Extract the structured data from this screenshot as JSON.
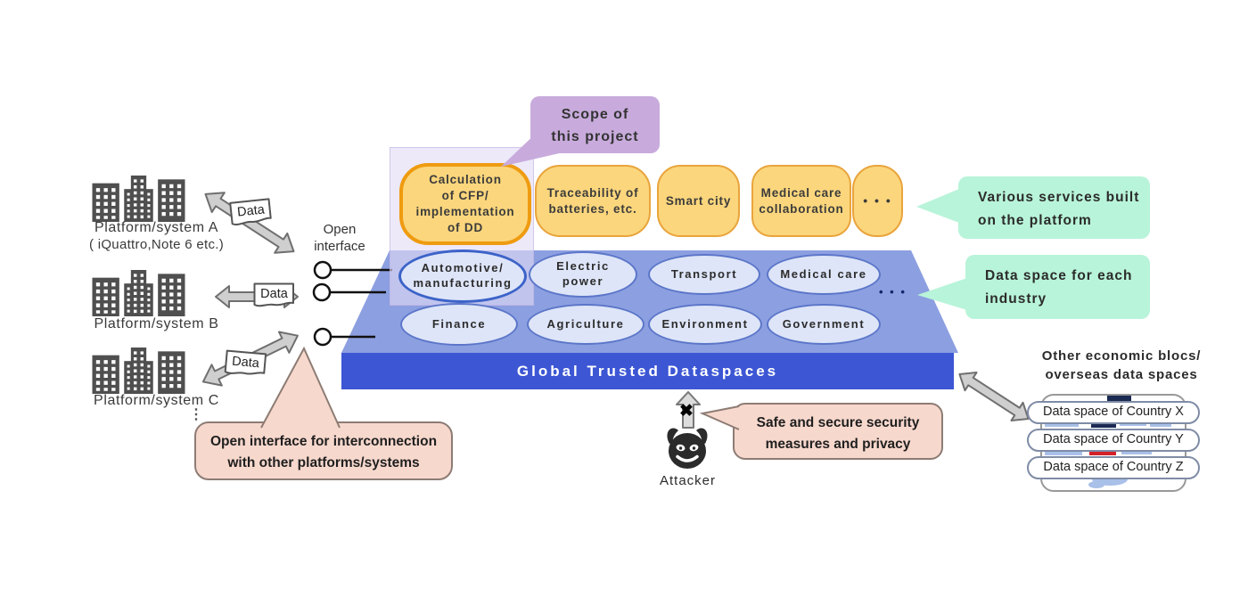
{
  "palette": {
    "platform_top": "#8c9fe0",
    "platform_front": "#3c56d4",
    "service_fill": "#fbd67c",
    "service_border": "#e9a43c",
    "oval_fill": "#dee5f8",
    "oval_border": "#5b76c9",
    "scope_purple": "#c8abdc",
    "green_callout": "#b8f4d9",
    "pink_callout": "#f7d8cd",
    "navy_bar": "#1a2a52",
    "red_bar": "#d42027"
  },
  "left": {
    "open_interface_line1": "Open",
    "open_interface_line2": "interface",
    "platforms": [
      {
        "label": "Platform/system  A",
        "sub": "( iQuattro,Note 6 etc.)",
        "data_label": "Data"
      },
      {
        "label": "Platform/system  B",
        "data_label": "Data"
      },
      {
        "label": "Platform/system  C",
        "more": "⋮",
        "data_label": "Data"
      }
    ]
  },
  "scope_callout": {
    "line1": "Scope of",
    "line2": "this project"
  },
  "services": {
    "cfp": {
      "l1": "Calculation",
      "l2": "of CFP/",
      "l3": "implementation",
      "l4": "of DD"
    },
    "traceability": {
      "l1": "Traceability of",
      "l2": "batteries, etc."
    },
    "smart_city": {
      "l1": "Smart city"
    },
    "medical": {
      "l1": "Medical care",
      "l2": "collaboration"
    },
    "more_dots": "• • •"
  },
  "industries": {
    "automotive": {
      "l1": "Automotive/",
      "l2": "manufacturing"
    },
    "electric": {
      "l1": "Electric",
      "l2": "power"
    },
    "transport": "Transport",
    "medical_care": "Medical care",
    "finance": "Finance",
    "agriculture": "Agriculture",
    "environment": "Environment",
    "government": "Government",
    "more_dots": "• • •"
  },
  "platform": {
    "banner": "Global Trusted Dataspaces"
  },
  "callouts": {
    "services_note": {
      "line1": "Various services built",
      "line2": "on the platform"
    },
    "industry_note": {
      "line1": "Data space for each",
      "line2": "industry"
    },
    "open_interface_note": {
      "line1": "Open interface for interconnection",
      "line2": "with other platforms/systems"
    },
    "security_note": {
      "line1": "Safe and secure security",
      "line2": "measures and privacy"
    }
  },
  "attacker": {
    "label": "Attacker",
    "blocked_mark": "✖"
  },
  "overseas": {
    "title_line1": "Other economic blocs/",
    "title_line2": "overseas data spaces",
    "countries": [
      "Data space of Country X",
      "Data space of Country Y",
      "Data space of Country Z"
    ]
  }
}
